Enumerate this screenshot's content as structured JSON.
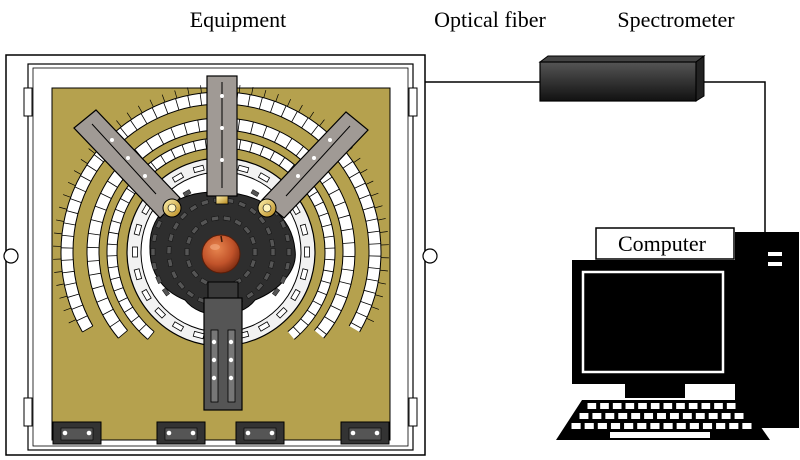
{
  "labels": {
    "equipment": "Equipment",
    "optical_fiber": "Optical fiber",
    "spectrometer": "Spectrometer",
    "computer": "Computer"
  },
  "colors": {
    "board": "#b5a14e",
    "arm": "#a09a95",
    "dark_disk": "#2e2e2e",
    "fruit": "#c1532a",
    "sensor": "#d9b24a",
    "enclosure": "#ffffff",
    "outline": "#000000"
  },
  "icons": {
    "fruit": "apple-sample-icon",
    "computer": "desktop-computer-icon",
    "spectrometer": "spectrometer-box-icon"
  }
}
